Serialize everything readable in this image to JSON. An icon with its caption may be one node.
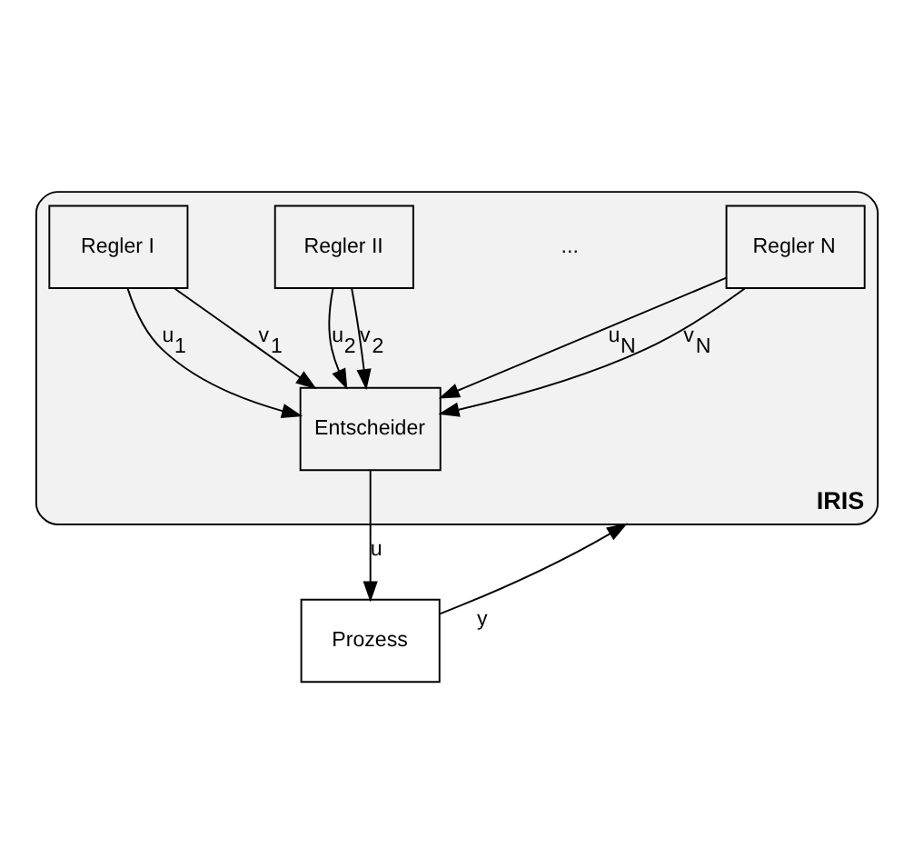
{
  "diagram": {
    "nodes": [
      {
        "text": [
          "IRIS"
        ]
      },
      {
        "text": [
          "Regler I"
        ],
        "in": 0
      },
      {
        "text": [
          "Regler II"
        ],
        "in": 0
      },
      {
        "text": [
          "Regler N"
        ],
        "in": 0
      },
      {
        "text": [
          "Entscheider"
        ],
        "in": 0
      },
      {
        "text": [
          "Prozess"
        ]
      }
    ],
    "edges": [
      {
        "from": 1,
        "to": 4,
        "arrow": "to",
        "label": "u$_{1}$"
      },
      {
        "from": 1,
        "to": 4,
        "arrow": "to",
        "label": "v$_{1}$"
      },
      {
        "from": 2,
        "to": 4,
        "arrow": "to",
        "label": "u$_{2}$"
      },
      {
        "from": 2,
        "to": 4,
        "arrow": "to",
        "label": "v$_{2}$"
      },
      {
        "from": 3,
        "to": 4,
        "arrow": "to",
        "label": "u$_{N}$"
      },
      {
        "from": 3,
        "to": 4,
        "arrow": "to",
        "label": "v$_{N}$"
      },
      {
        "from": 4,
        "to": 5,
        "arrow": "to",
        "label": "u"
      },
      {
        "from": 5,
        "to": 0,
        "arrow": "to",
        "label": "y"
      }
    ],
    "labels": [
      "..."
    ]
  }
}
